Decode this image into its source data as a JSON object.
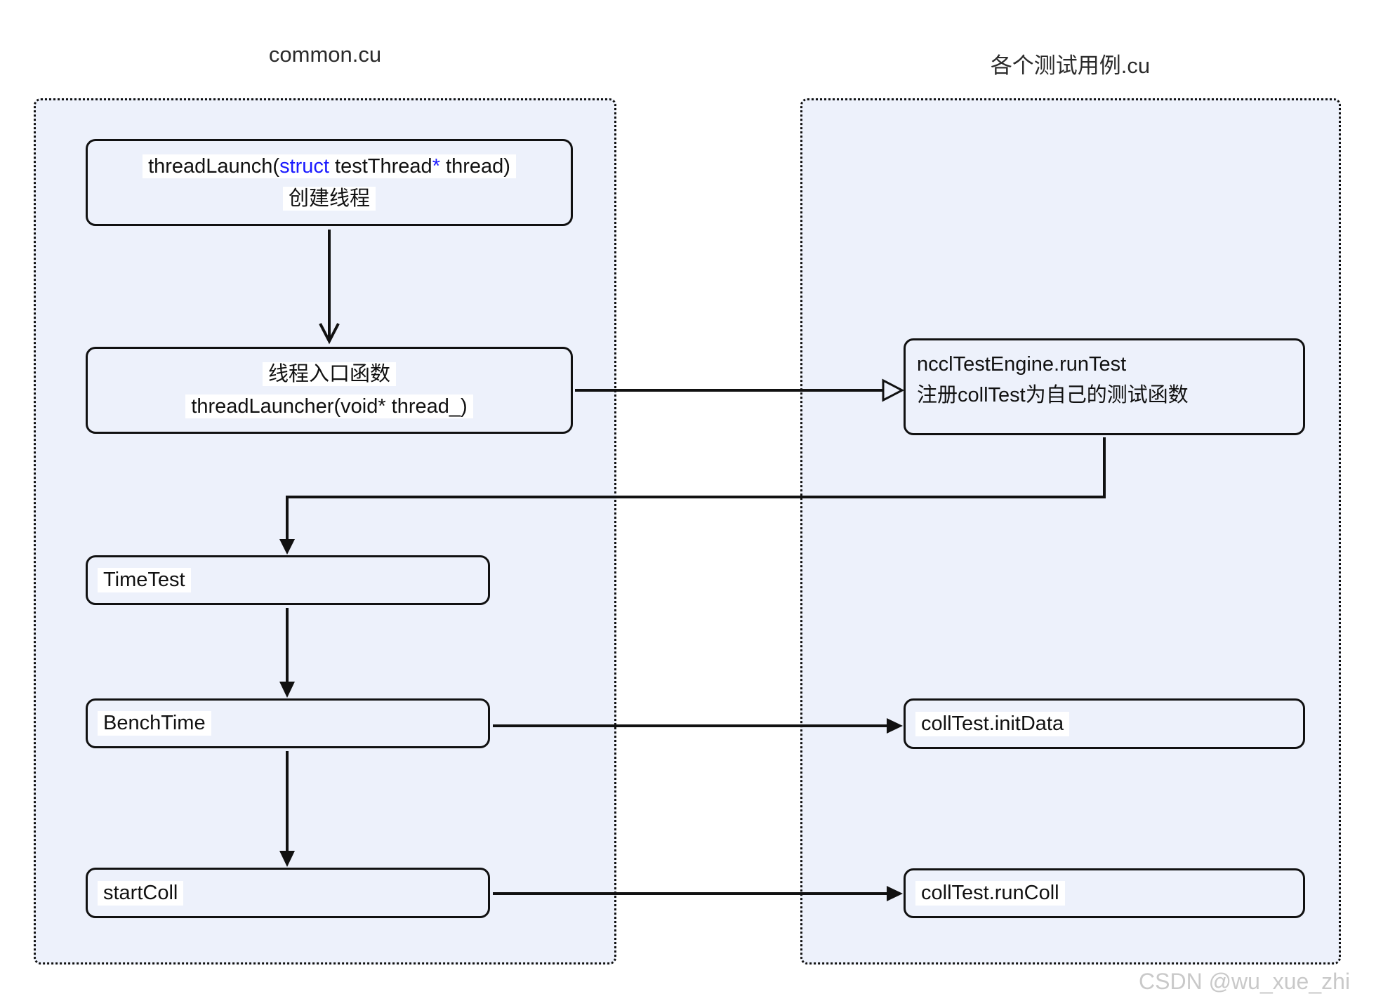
{
  "colors": {
    "container_fill": "#edf1fb",
    "box_border": "#111111",
    "keyword_blue": "#1a1aff",
    "highlight_bg": "#ffffff",
    "watermark_gray": "#c9c9c9",
    "text": "#111111"
  },
  "titles": {
    "left": "common.cu",
    "right": "各个测试用例.cu"
  },
  "nodes": {
    "thread_launch": {
      "code_prefix": "threadLaunch(",
      "keyword": "struct",
      "code_mid": " testThread",
      "pointer": "*",
      "code_suffix": " thread)",
      "caption": "创建线程"
    },
    "thread_launcher": {
      "line1": "线程入口函数",
      "line2": "threadLauncher(void* thread_)"
    },
    "time_test": {
      "label": "TimeTest"
    },
    "bench_time": {
      "label": "BenchTime"
    },
    "start_coll": {
      "label": "startColl"
    },
    "run_test": {
      "line1": "ncclTestEngine.runTest",
      "line2": "注册collTest为自己的测试函数"
    },
    "init_data": {
      "label": "collTest.initData"
    },
    "run_coll": {
      "label": "collTest.runColl"
    }
  },
  "watermark": "CSDN @wu_xue_zhi"
}
